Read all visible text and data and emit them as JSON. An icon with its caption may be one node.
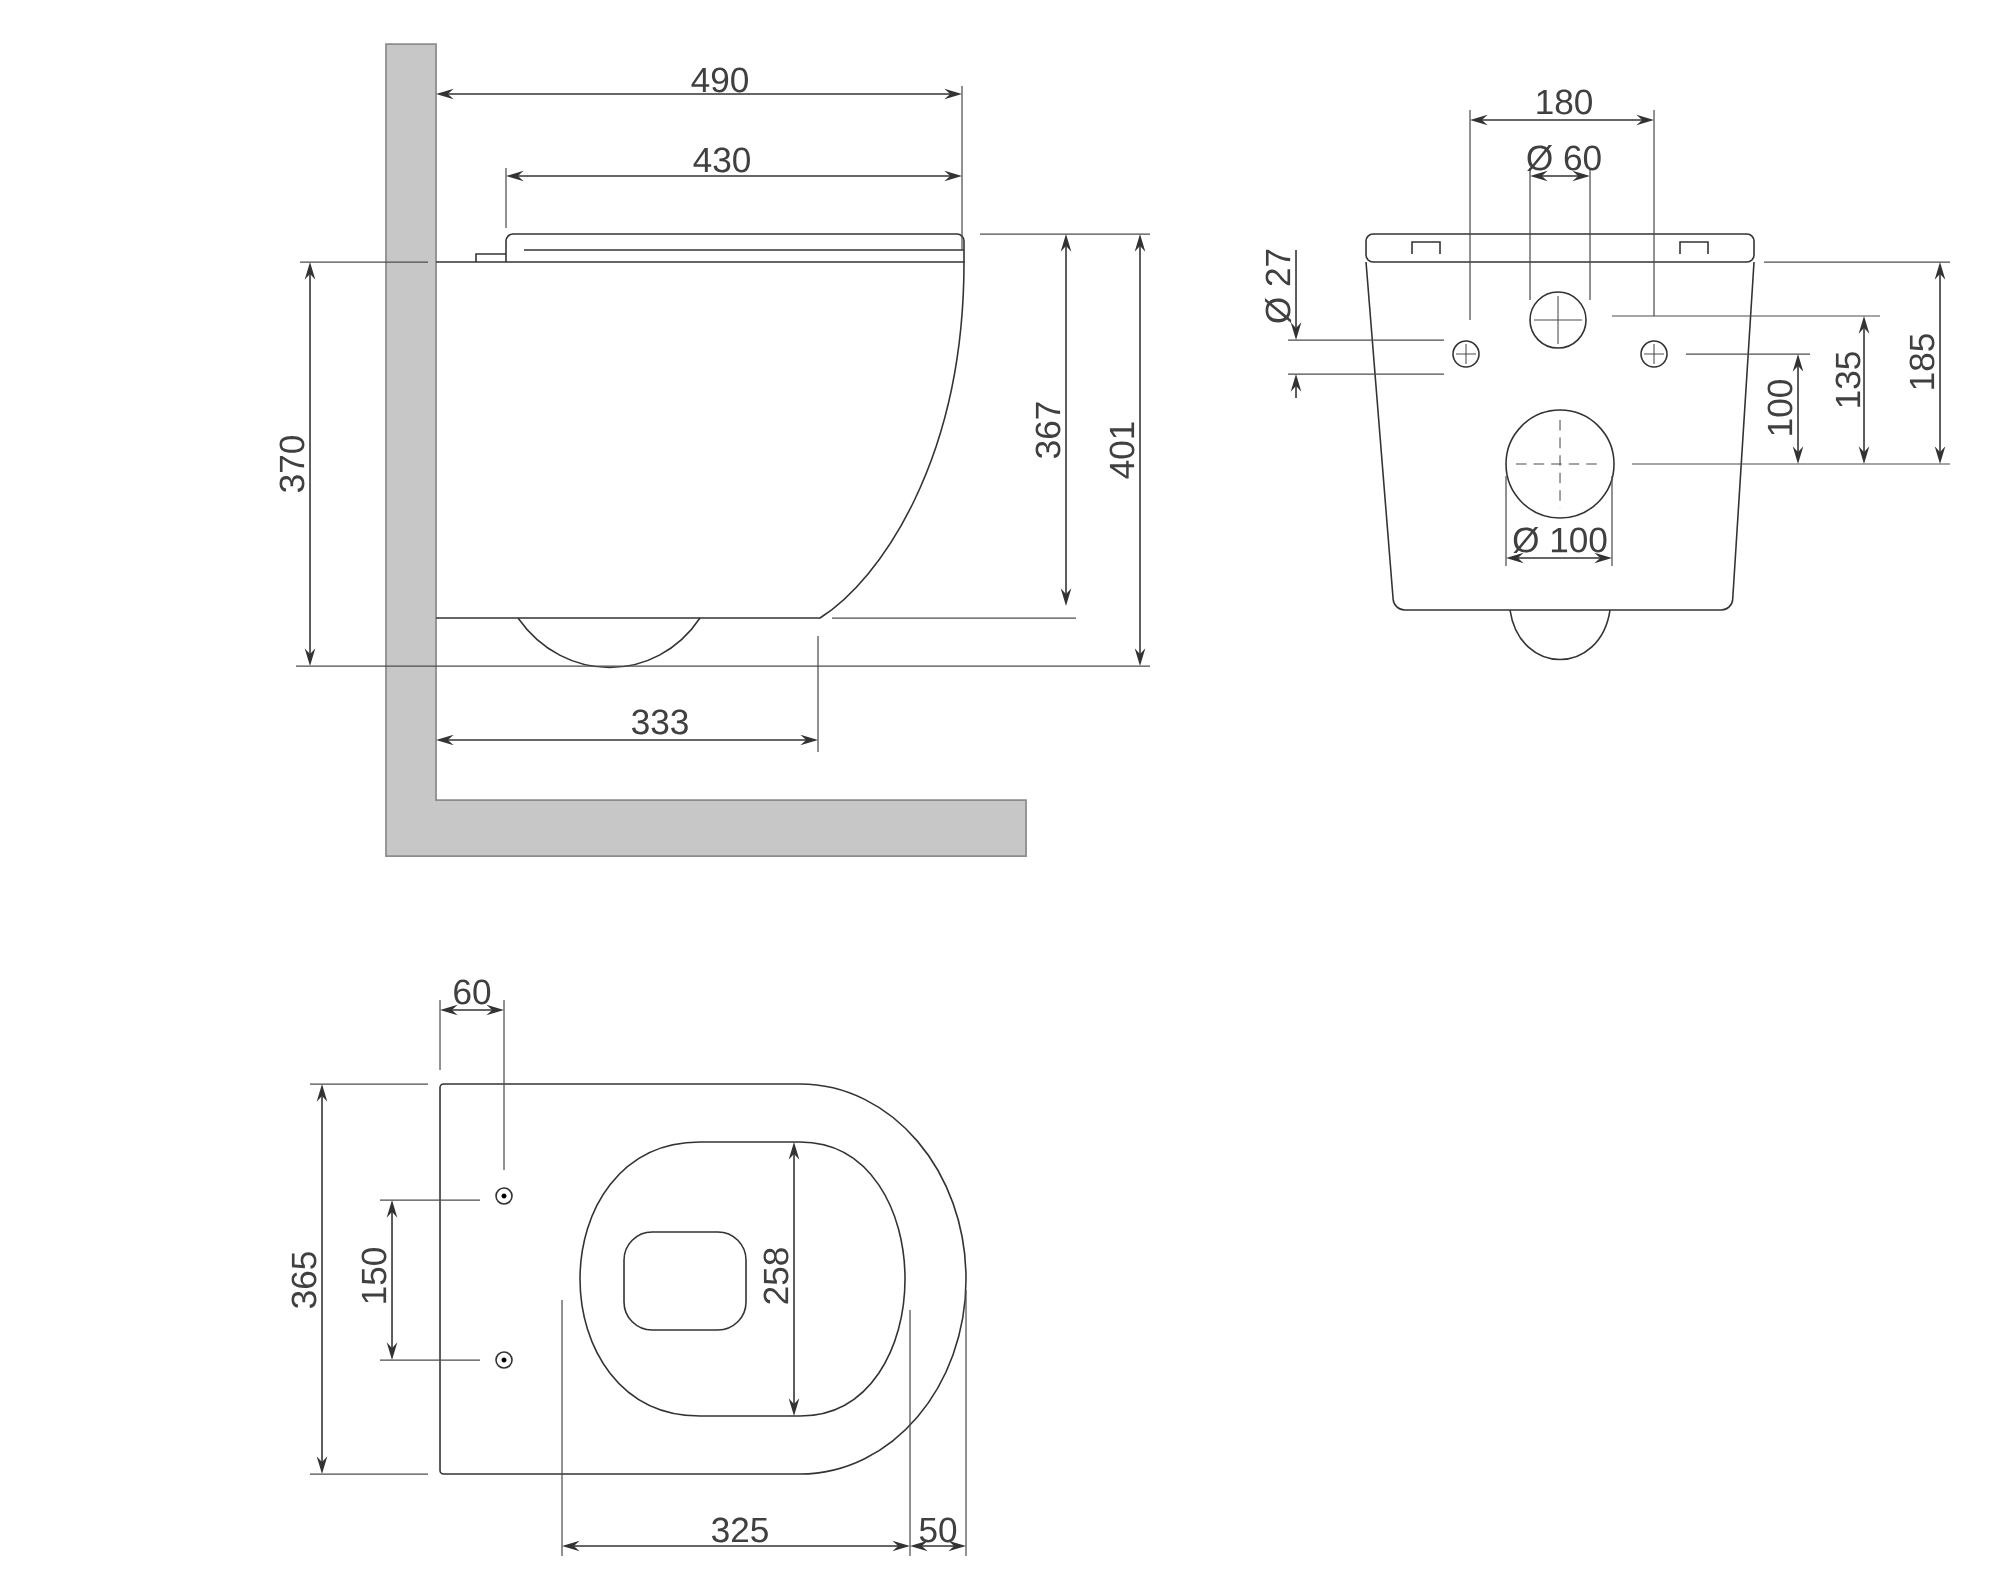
{
  "diagram": {
    "labels": [
      "490",
      "430",
      "370",
      "367",
      "401",
      "333",
      "180",
      "Ø 60",
      "Ø 27",
      "100",
      "135",
      "185",
      "Ø 100",
      "60",
      "365",
      "150",
      "258",
      "325",
      "50"
    ]
  }
}
